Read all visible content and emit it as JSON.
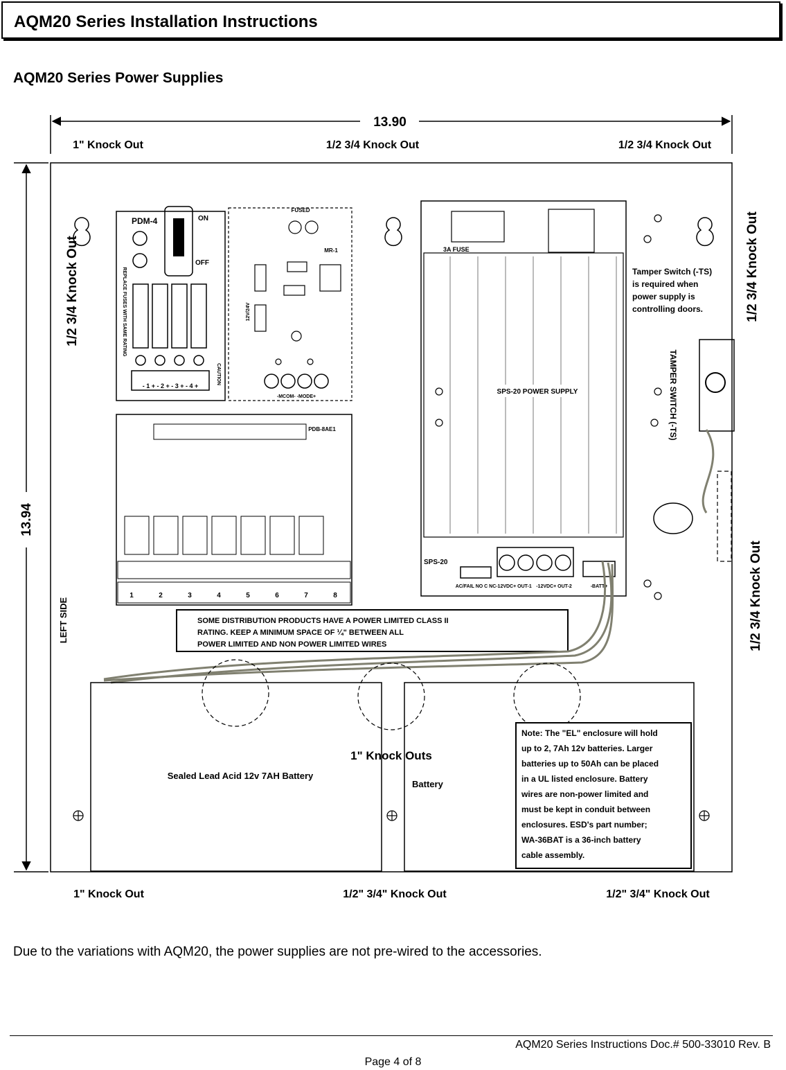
{
  "header": {
    "title": "AQM20 Series Installation Instructions"
  },
  "section": {
    "title": "AQM20 Series Power Supplies"
  },
  "diagram": {
    "width_dim": "13.90",
    "height_dim": "13.94",
    "top_knockouts": [
      "1\" Knock Out",
      "1/2 3/4 Knock Out",
      "1/2 3/4 Knock Out"
    ],
    "bottom_knockouts": [
      "1\" Knock Out",
      "1/2\" 3/4\" Knock Out",
      "1/2\" 3/4\" Knock Out"
    ],
    "left_knockout": "1/2 3/4 Knock Out",
    "right_knockout_top": "1/2 3/4 Knock Out",
    "right_knockout_bottom": "1/2 3/4 Knock Out",
    "left_side": "LEFT SIDE",
    "pdm_label": "PDM-4",
    "pdm_on": "ON",
    "pdm_off": "OFF",
    "pdm_caution": "CAUTION",
    "pdm_fuse_note": "REPLACE FUSES WITH SAME RATING",
    "pdm_terminals": "- 1 +   - 2 +   - 3 +   - 4 +",
    "fused_label": "FUSED",
    "mr_label": "MR-1",
    "fw_label": "12V/24V",
    "mcm_label": "-MCOM-   -MODE+",
    "pdb_label": "PDB-8AE1",
    "pdb_outputs": [
      "1",
      "2",
      "3",
      "4",
      "5",
      "6",
      "7",
      "8"
    ],
    "sps_label": "SPS-20 POWER SUPPLY",
    "sps_model": "SPS-20",
    "sps_fuse": "3A FUSE",
    "sps_ac": "AC/FAIL NO C NC",
    "sps_out1": "-12VDC+ OUT-1",
    "sps_out2": "-12VDC+ OUT-2",
    "sps_battery": "-BATT+",
    "tamper_note": "Tamper Switch (-TS) is required when power supply is controlling doors.",
    "tamper_switch": "TAMPER SWITCH (-TS)",
    "class_note": "SOME DISTRIBUTION PRODUCTS HAVE A POWER LIMITED CLASS II RATING. KEEP A MINIMUM SPACE OF ¼\" BETWEEN ALL POWER LIMITED AND NON POWER LIMITED WIRES",
    "knock_outs_center": "1\" Knock Outs",
    "battery_left": "Sealed Lead Acid 12v 7AH Battery",
    "battery_right": "Battery",
    "note_lines": [
      "Note: The \"EL\" enclosure will hold",
      "up to 2, 7Ah 12v batteries.  Larger",
      "batteries up to 50Ah can be placed",
      "in a UL listed enclosure.  Battery",
      "wires are non-power limited and",
      "must be kept in conduit between",
      "enclosures.  ESD's part number;",
      "WA-36BAT is a 36-inch battery",
      "cable assembly."
    ]
  },
  "body": {
    "text": "Due to the variations with AQM20, the power supplies are not pre-wired to the accessories."
  },
  "footer": {
    "doc": "AQM20 Series Instructions  Doc.# 500-33010 Rev. B",
    "page": "Page 4 of 8"
  }
}
